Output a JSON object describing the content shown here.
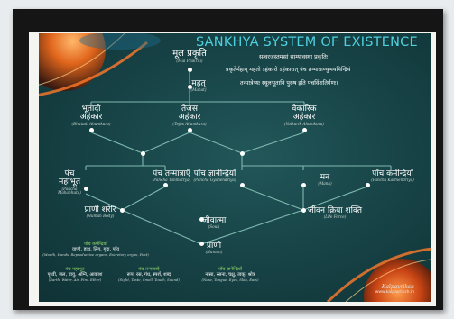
{
  "title": "SANKHYA SYSTEM OF EXISTENCE",
  "verse": [
    "सत्वरजस्तमसां साम्यावस्था प्रकृतिः।",
    "प्रकृतेर्महान् महतो ऽहंकारो ऽहंकारात् पंच तन्मात्राण्युभयमिन्द्रियं",
    "तन्मात्रेभ्यः स्थूलभूतानि पुरुष इति पंचविंशतिर्गणः।"
  ],
  "nodes": {
    "mul_prakriti": {
      "dev": "मूल प्रकृति",
      "eng": "(Mul Prakriti)"
    },
    "mahat": {
      "dev": "महत्",
      "eng": "(Mahat)"
    },
    "bhutadi": {
      "dev": "भूतादी अहंकार",
      "eng": "(Bhutadi Ahamkara)"
    },
    "tejas": {
      "dev": "तेजस अहंकार",
      "eng": "(Tejas Ahamkara)"
    },
    "vaikarik": {
      "dev": "वैकारिक अहंकार",
      "eng": "(Vaikarik Ahamkara)"
    },
    "panch_mahabhuta": {
      "dev": "पंच महाभूत",
      "eng": "(Pancha Mahabhuta)"
    },
    "panch_tanmatra": {
      "dev": "पंच तन्मात्राएँ",
      "eng": "(Pancha Tanmatrya)"
    },
    "panch_gyanendriya": {
      "dev": "पाँच ज्ञानेन्द्रियाँ",
      "eng": "(Pancha Gyanendriya)"
    },
    "man": {
      "dev": "मन",
      "eng": "(Mana)"
    },
    "panch_karmendriya": {
      "dev": "पाँच कर्मेन्द्रियाँ",
      "eng": "(Pancha Karmendriya)"
    },
    "prani_sharir": {
      "dev": "प्राणी शरीर",
      "eng": "(Human Body)"
    },
    "jeevan_kriya_shakti": {
      "dev": "जीवन क्रिया शक्ति",
      "eng": "(Life Force)"
    },
    "jeevatma": {
      "dev": "जीवात्मा",
      "eng": "(Soul)"
    },
    "prani": {
      "dev": "प्राणी",
      "eng": "(Human)"
    }
  },
  "notes": {
    "karmendriya": {
      "h": "पाँच कर्मेन्द्रियाँ",
      "v": "वाणी, हाथ, लिंग, गुदा, पाँव",
      "e": "(Mouth, Hands, Reproductive organs, Excretory organ, Feet)"
    },
    "mahabhuta": {
      "h": "पंच महाभूत",
      "v": "पृथ्वी, जल, वायु, अग्नि, आकाश",
      "e": "(Earth, Water, Air, Fire, Ether)"
    },
    "tanmatra": {
      "h": "पंच तन्मात्राएँ",
      "v": "रूप, रस, गंध, स्पर्श, शब्द",
      "e": "(Sight, Taste, Smell, Touch, Sound)"
    },
    "gyanendriya": {
      "h": "पाँच ज्ञानेन्द्रियाँ",
      "v": "नासा, रसना, चक्षु, त्वक्, श्रोत्र",
      "e": "(Nose, Tongue, Eyes, Skin, Ears)"
    }
  },
  "watermark": {
    "sig": "Kalpavriksh",
    "url": "www.kalpavriksh.in"
  },
  "colors": {
    "background": "#184548",
    "title": "#4fd0e0",
    "lines": "#7fb9b0",
    "note_heading": "#8fd36a"
  }
}
